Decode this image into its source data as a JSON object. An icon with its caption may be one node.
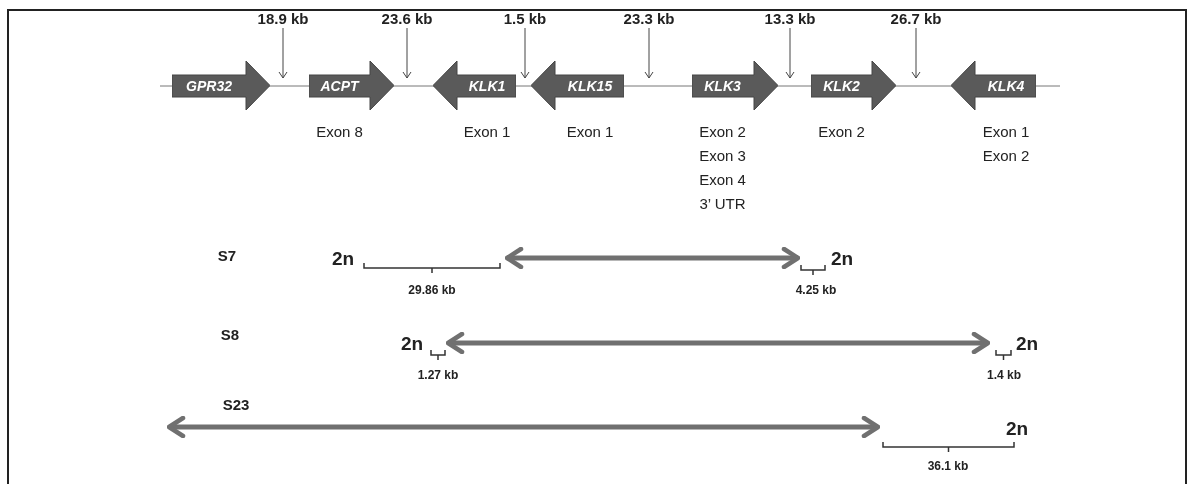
{
  "diagram": {
    "nodes": [
      {
        "text": [
          "GPR32"
        ]
      },
      {
        "text": [
          "ACPT"
        ],
        "beside": [
          "Exon 8"
        ]
      },
      {
        "text": [
          "KLK1"
        ],
        "beside": [
          "Exon 1"
        ]
      },
      {
        "text": [
          "KLK15"
        ],
        "beside": [
          "Exon 1"
        ]
      },
      {
        "text": [
          "KLK3"
        ],
        "beside": [
          "Exon 2",
          "Exon 3",
          "Exon 4",
          "3’ UTR"
        ]
      },
      {
        "text": [
          "KLK2"
        ],
        "beside": [
          "Exon 2"
        ]
      },
      {
        "text": [
          "KLK4"
        ],
        "beside": [
          "Exon 1",
          "Exon 2"
        ]
      }
    ],
    "labels": [
      "18.9 kb",
      "23.6 kb",
      "1.5 kb",
      "23.3 kb",
      "13.3 kb",
      "26.7 kb",
      "S7",
      "2n",
      "2n",
      "29.86 kb",
      "4.25 kb",
      "S8",
      "2n",
      "2n",
      "1.27 kb",
      "1.4 kb",
      "S23",
      "2n",
      "36.1 kb"
    ]
  }
}
